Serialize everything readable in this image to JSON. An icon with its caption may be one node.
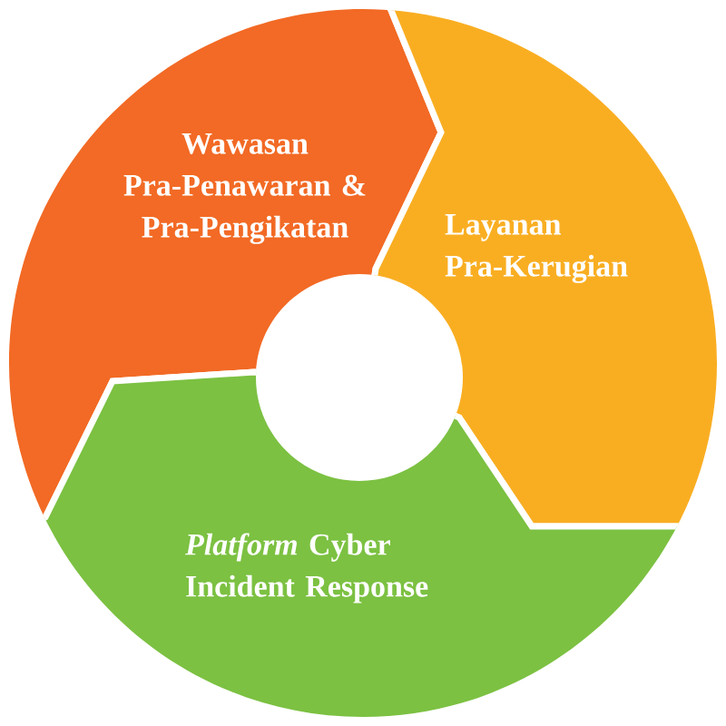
{
  "diagram": {
    "nodes": [
      {
        "text": [
          "Wawasan Pra-Penawaran & Pra-Pengikatan"
        ]
      },
      {
        "text": [
          "Layanan Pra-Kerugian"
        ]
      },
      {
        "text": [
          "*Platform* Cyber Incident Response"
        ]
      }
    ]
  }
}
